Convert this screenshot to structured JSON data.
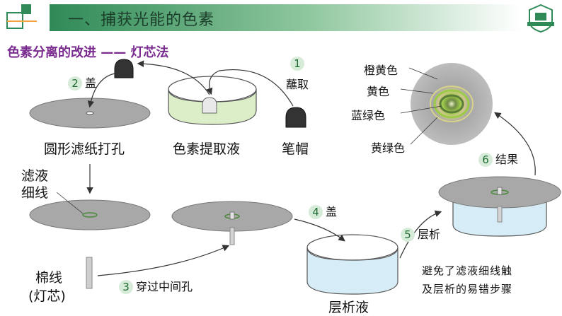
{
  "header": {
    "title": "一、捕获光能的色素"
  },
  "subtitle": "色素分离的改进 —— 灯芯法",
  "steps": {
    "s1": {
      "num": "1",
      "label": "蘸取"
    },
    "s2": {
      "num": "2",
      "label": "盖"
    },
    "s3": {
      "num": "3",
      "label": "穿过中间孔"
    },
    "s4": {
      "num": "4",
      "label": "盖"
    },
    "s5": {
      "num": "5",
      "label": "层析"
    },
    "s6": {
      "num": "6",
      "label": "结果"
    }
  },
  "captions": {
    "filter_paper": "圆形滤纸打孔",
    "pigment_extract": "色素提取液",
    "pen_cap": "笔帽",
    "filtrate_line_1": "滤液",
    "filtrate_line_2": "细线",
    "cotton_thread_1": "棉线",
    "cotton_thread_2": "(灯芯)",
    "solvent": "层析液"
  },
  "result_bands": [
    "橙黄色",
    "黄色",
    "蓝绿色",
    "黄绿色"
  ],
  "note": {
    "line1": "避免了滤液细线触",
    "line2": "及层析的易错步骤"
  },
  "colors": {
    "header_green": "#2f8a57",
    "subtitle_purple": "#7a2b8f",
    "step_circle": "#d7ecd8",
    "paper_gray": "#a9a9a9",
    "solvent_blue": "#d6ecf7",
    "extract_green": "#dbeec8"
  }
}
